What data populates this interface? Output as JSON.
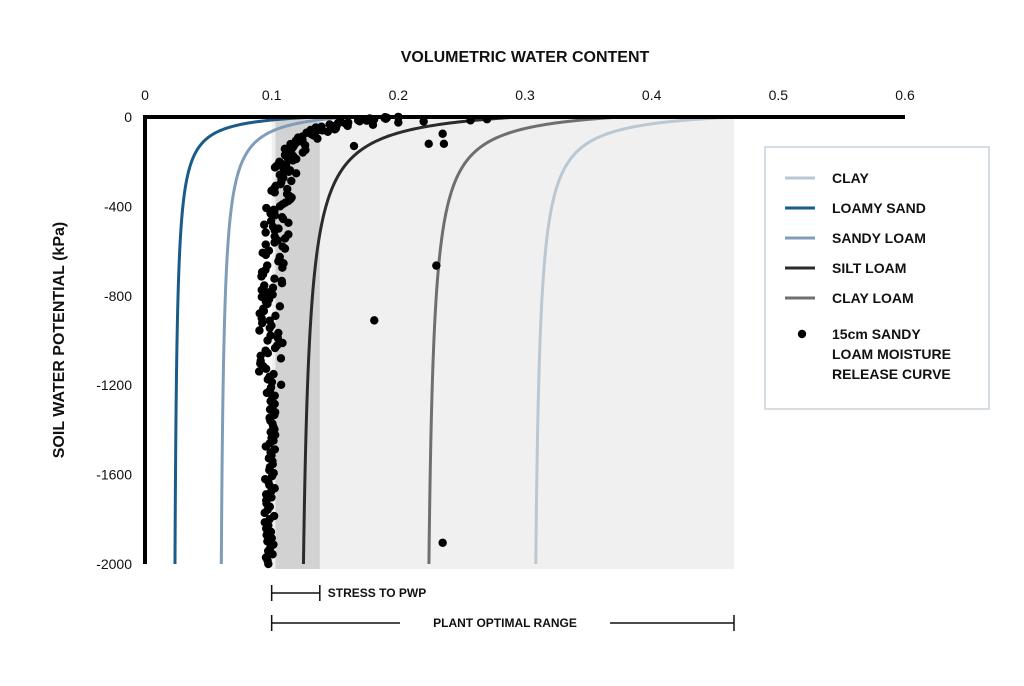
{
  "chart_data": {
    "type": "line",
    "title": "VOLUMETRIC WATER CONTENT",
    "xlabel": "VOLUMETRIC WATER CONTENT",
    "ylabel": "SOIL WATER POTENTIAL (kPa)",
    "xlim": [
      0,
      0.6
    ],
    "ylim": [
      -2000,
      0
    ],
    "x_ticks": [
      "0",
      "0.1",
      "0.2",
      "0.3",
      "0.4",
      "0.5",
      "0.6"
    ],
    "y_ticks": [
      "0",
      "-400",
      "-800",
      "-1200",
      "-1600",
      "-2000"
    ],
    "x_axis_position": "top",
    "grid": false,
    "legend_position": "right",
    "colors": {
      "clay": "#b9c8d3",
      "loamy_sand": "#1a5b8a",
      "sandy_loam": "#7f9db8",
      "silt_loam": "#2b2b2b",
      "clay_loam": "#6f6f6f",
      "points": "#000000",
      "optimal_band": "#f0f0f0",
      "stress_band": "#d2d2d2"
    },
    "series": [
      {
        "name": "CLAY",
        "residual": 0.305,
        "saturation": 0.465,
        "curvature": 45
      },
      {
        "name": "LOAMY SAND",
        "residual": 0.022,
        "saturation": 0.135,
        "curvature": 30
      },
      {
        "name": "SANDY LOAM",
        "residual": 0.058,
        "saturation": 0.16,
        "curvature": 45
      },
      {
        "name": "SILT LOAM",
        "residual": 0.12,
        "saturation": 0.295,
        "curvature": 60
      },
      {
        "name": "CLAY LOAM",
        "residual": 0.22,
        "saturation": 0.375,
        "curvature": 55
      }
    ],
    "scatter": {
      "name": "15cm SANDY LOAM MOISTURE RELEASE CURVE",
      "points": [
        [
          0.165,
          -130
        ],
        [
          0.224,
          -120
        ],
        [
          0.236,
          -120
        ],
        [
          0.235,
          -75
        ],
        [
          0.23,
          -665
        ],
        [
          0.181,
          -910
        ],
        [
          0.235,
          -1905
        ],
        [
          0.257,
          -15
        ],
        [
          0.27,
          -10
        ],
        [
          0.15,
          -55
        ],
        [
          0.14,
          -60
        ],
        [
          0.2,
          -25
        ],
        [
          0.18,
          -35
        ],
        [
          0.22,
          -20
        ],
        [
          0.16,
          -40
        ]
      ],
      "cluster": {
        "residual": 0.096,
        "saturation": 0.2,
        "curvature": 40,
        "count": 220
      }
    },
    "ranges": [
      {
        "label": "STRESS TO PWP",
        "from": 0.1,
        "to": 0.138
      },
      {
        "label": "PLANT OPTIMAL RANGE",
        "from": 0.1,
        "to": 0.465
      }
    ]
  }
}
